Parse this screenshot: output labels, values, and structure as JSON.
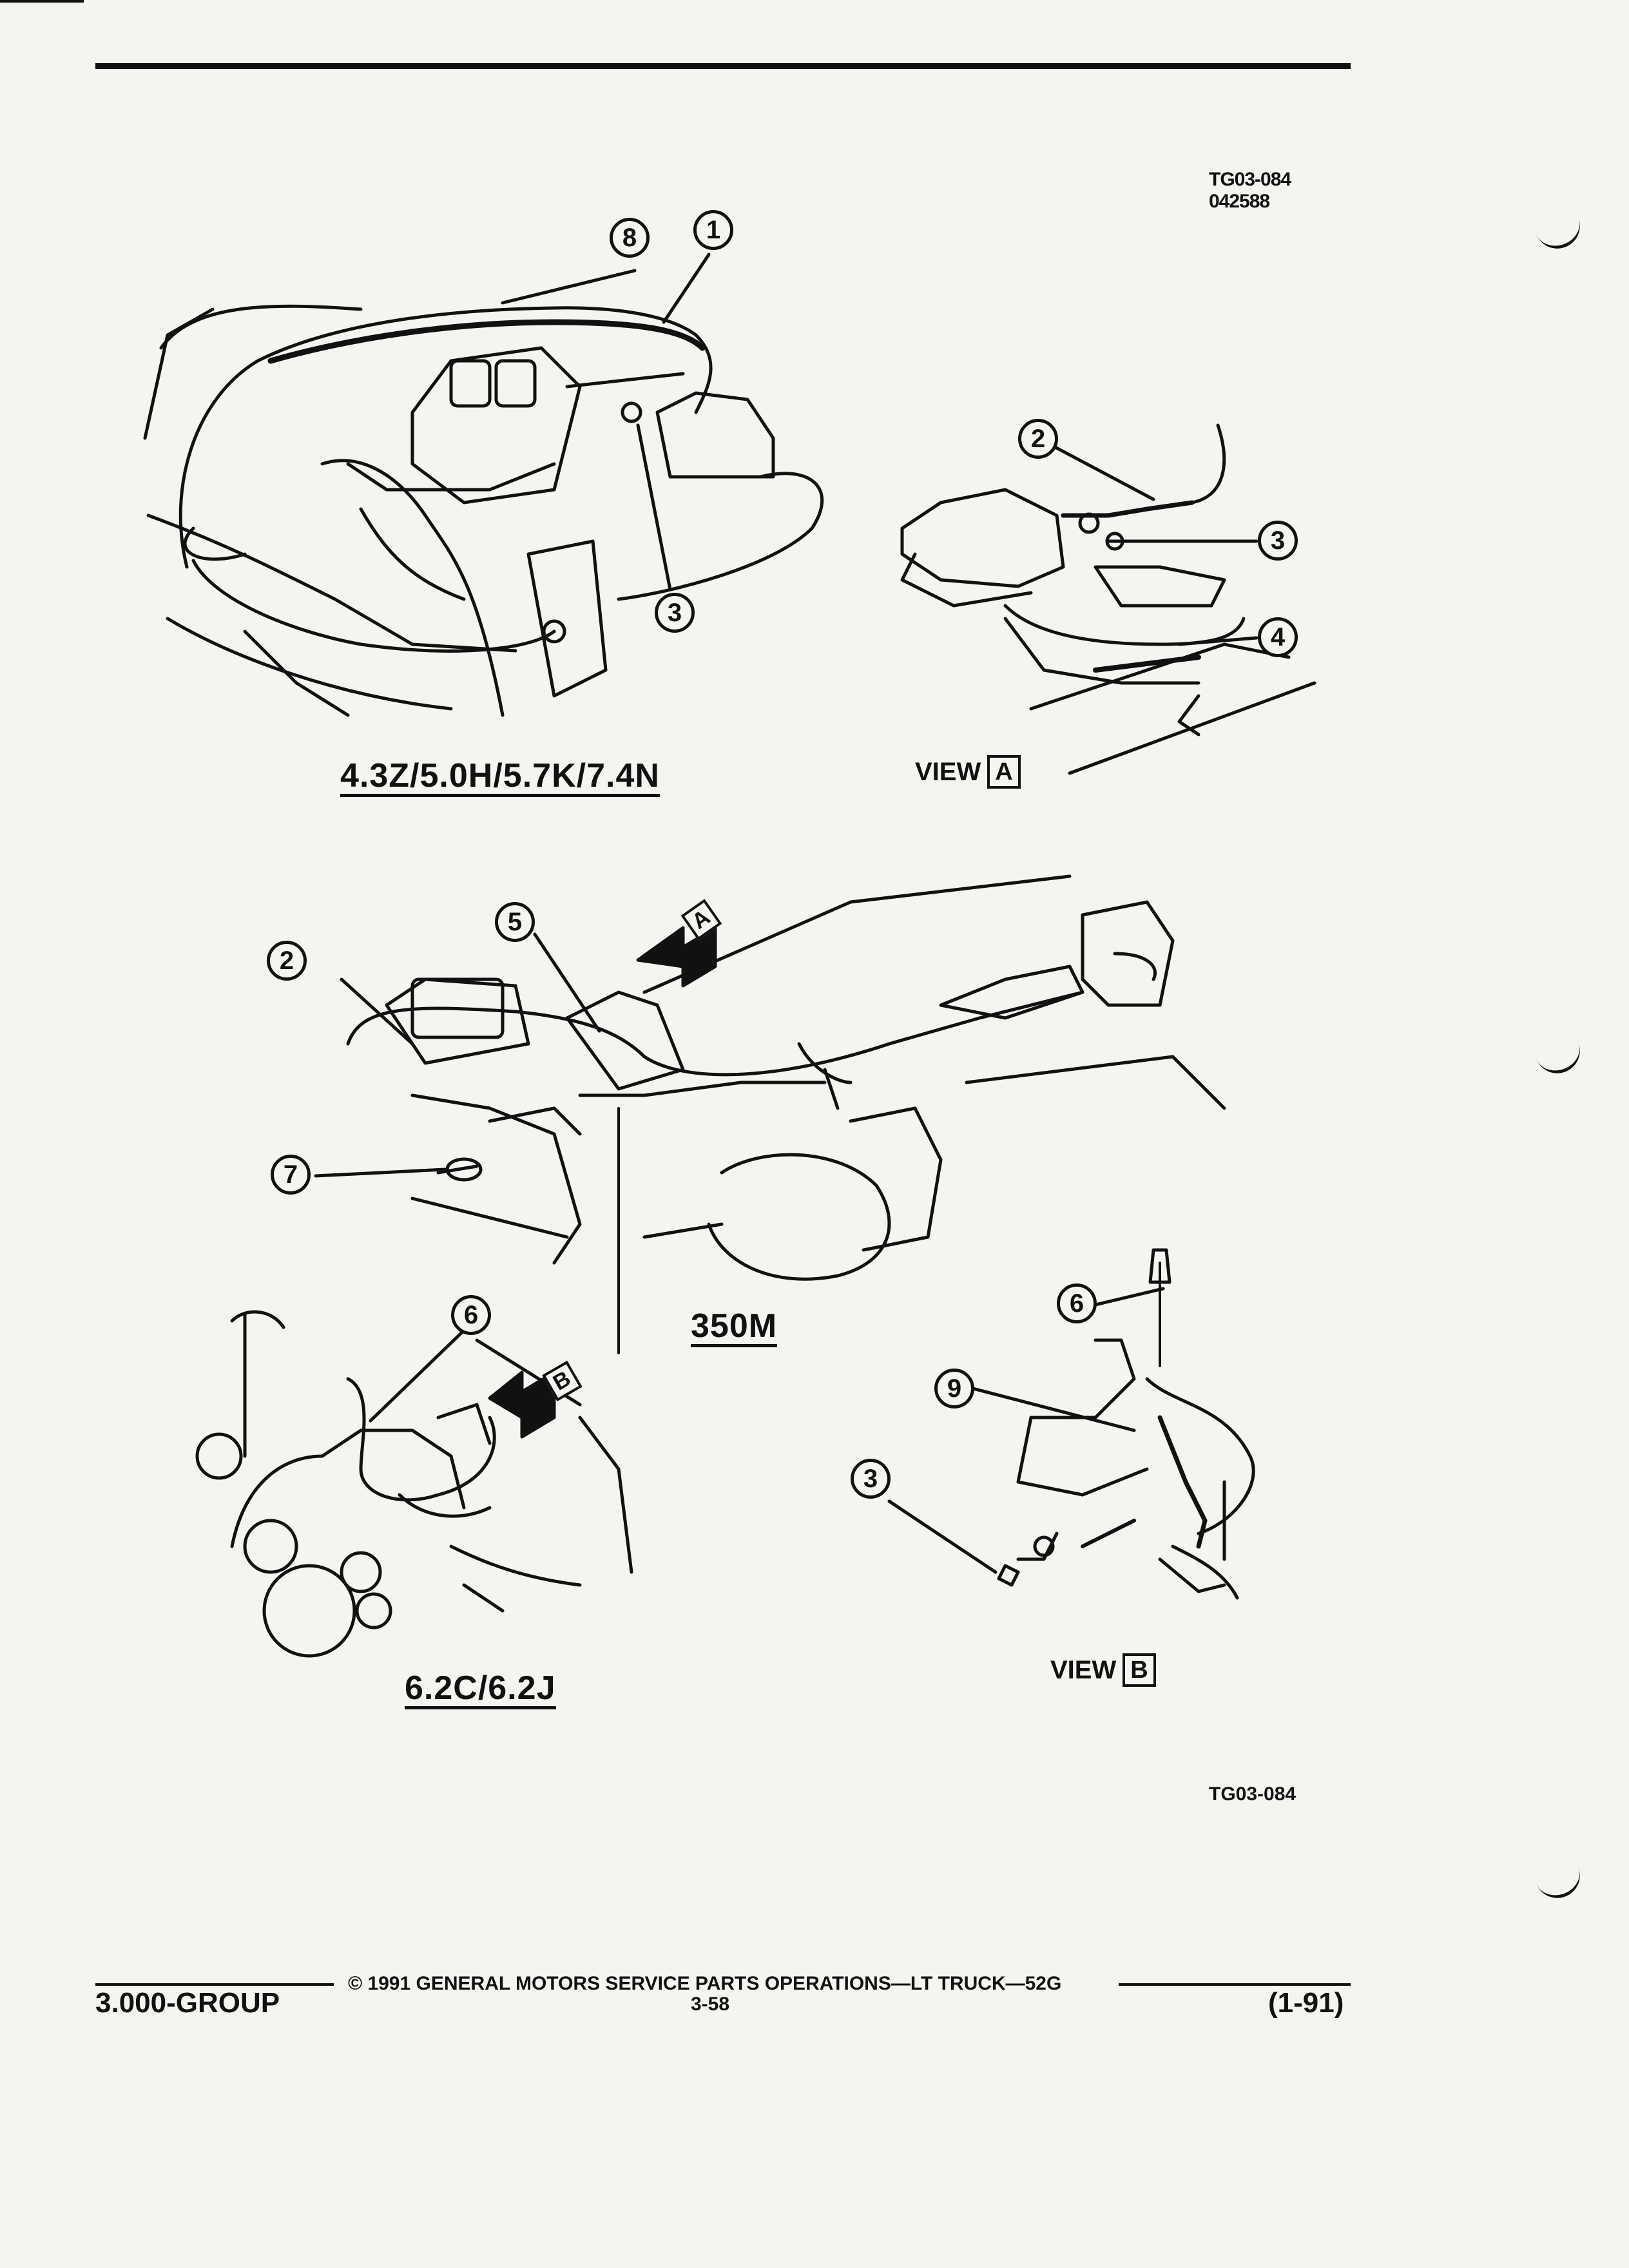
{
  "header": {
    "ref_code": "TG03-084",
    "ref_number": "042588"
  },
  "figures": {
    "top_left_label": "4.3Z/5.0H/5.7K/7.4N",
    "view_a_word": "VIEW",
    "view_a_letter": "A",
    "middle_label": "350M",
    "bottom_left_label": "6.2C/6.2J",
    "view_b_word": "VIEW",
    "view_b_letter": "B",
    "arrow_a_letter": "A",
    "arrow_b_letter": "B"
  },
  "callouts": {
    "c8_top": "8",
    "c1_top": "1",
    "c3_top": "3",
    "c2_view_a": "2",
    "c3_view_a": "3",
    "c4_view_a": "4",
    "c2_mid": "2",
    "c5_mid": "5",
    "c7_mid": "7",
    "c6_low": "6",
    "c6_view_b": "6",
    "c9_view_b": "9",
    "c3_view_b": "3"
  },
  "figure_ref_bottom": "TG03-084",
  "footer": {
    "copyright": "©  1991  GENERAL MOTORS SERVICE PARTS OPERATIONS—LT TRUCK—52G",
    "group": "3.000-GROUP",
    "page": "3-58",
    "date": "(1-91)"
  }
}
